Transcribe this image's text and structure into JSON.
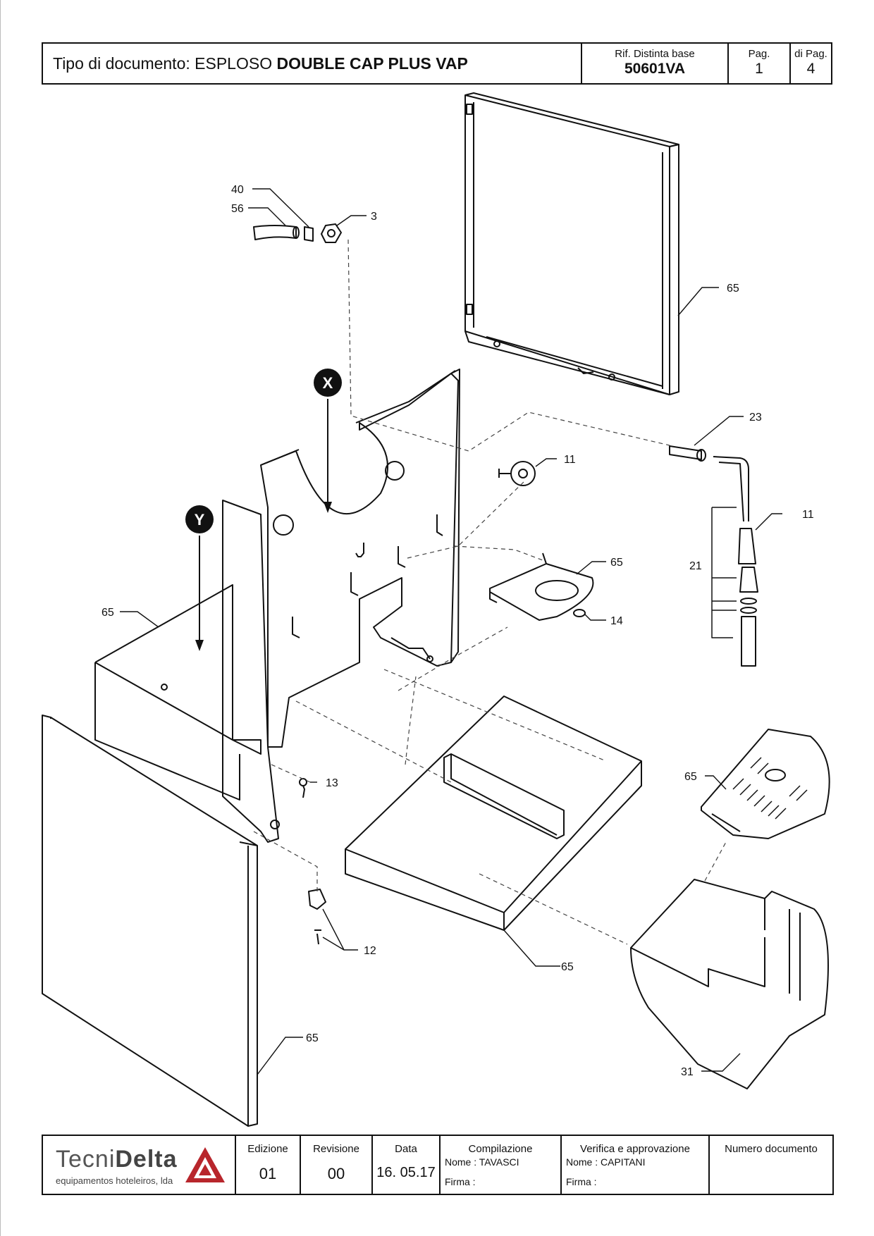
{
  "header": {
    "doc_type_label": "Tipo di documento: ESPLOSO",
    "product_name": "DOUBLE CAP PLUS VAP",
    "bom_label": "Rif. Distinta base",
    "bom_value": "50601VA",
    "page_label": "Pag.",
    "page_value": "1",
    "of_page_label": "di Pag.",
    "of_page_value": "4"
  },
  "markers": {
    "x": "X",
    "y": "Y"
  },
  "callouts": {
    "c40": "40",
    "c56": "56",
    "c3": "3",
    "c65_top": "65",
    "c23": "23",
    "c11_a": "11",
    "c11_b": "11",
    "c21": "21",
    "c65_drip": "65",
    "c14": "14",
    "c65_left": "65",
    "c13": "13",
    "c65_tray": "65",
    "c12": "12",
    "c65_base": "65",
    "c65_side": "65",
    "c31": "31"
  },
  "footer": {
    "logo_main": "Tecni",
    "logo_bold": "Delta",
    "logo_sub": "equipamentos hoteleiros, lda",
    "edition_label": "Edizione",
    "edition_value": "01",
    "revision_label": "Revisione",
    "revision_value": "00",
    "date_label": "Data",
    "date_value": "16. 05.17",
    "compiled_label": "Compilazione",
    "compiled_name": "Nome : TAVASCI",
    "compiled_sign": "Firma :",
    "verified_label": "Verifica e approvazione",
    "verified_name": "Nome : CAPITANI",
    "verified_sign": "Firma :",
    "doc_number_label": "Numero documento"
  }
}
